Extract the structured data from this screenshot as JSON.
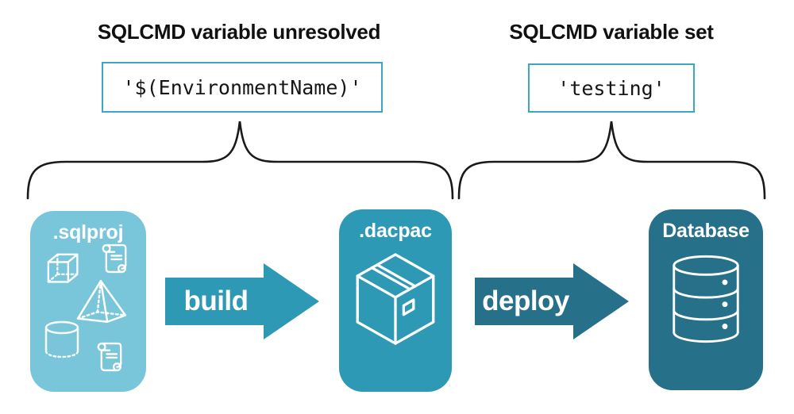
{
  "annotations": {
    "left": {
      "heading": "SQLCMD variable unresolved",
      "code": "'$(EnvironmentName)'"
    },
    "right": {
      "heading": "SQLCMD variable set",
      "code": "'testing'"
    }
  },
  "pipeline": {
    "stages": [
      {
        "label": ".sqlproj",
        "icon": "sql-project-objects-icon"
      },
      {
        "label": ".dacpac",
        "icon": "package-box-icon"
      },
      {
        "label": "Database",
        "icon": "database-cylinder-icon"
      }
    ],
    "arrows": [
      {
        "label": "build"
      },
      {
        "label": "deploy"
      }
    ]
  },
  "colors": {
    "sqlproj_bg": "#79C6DB",
    "dacpac_bg": "#2E99B5",
    "database_bg": "#26708A",
    "build_arrow": "#2E99B5",
    "deploy_arrow": "#26708A",
    "code_border": "#3BA7C4",
    "brace_stroke": "#1A1A1A",
    "icon_stroke": "#FFFFFF",
    "text": "#1A1A1A"
  }
}
